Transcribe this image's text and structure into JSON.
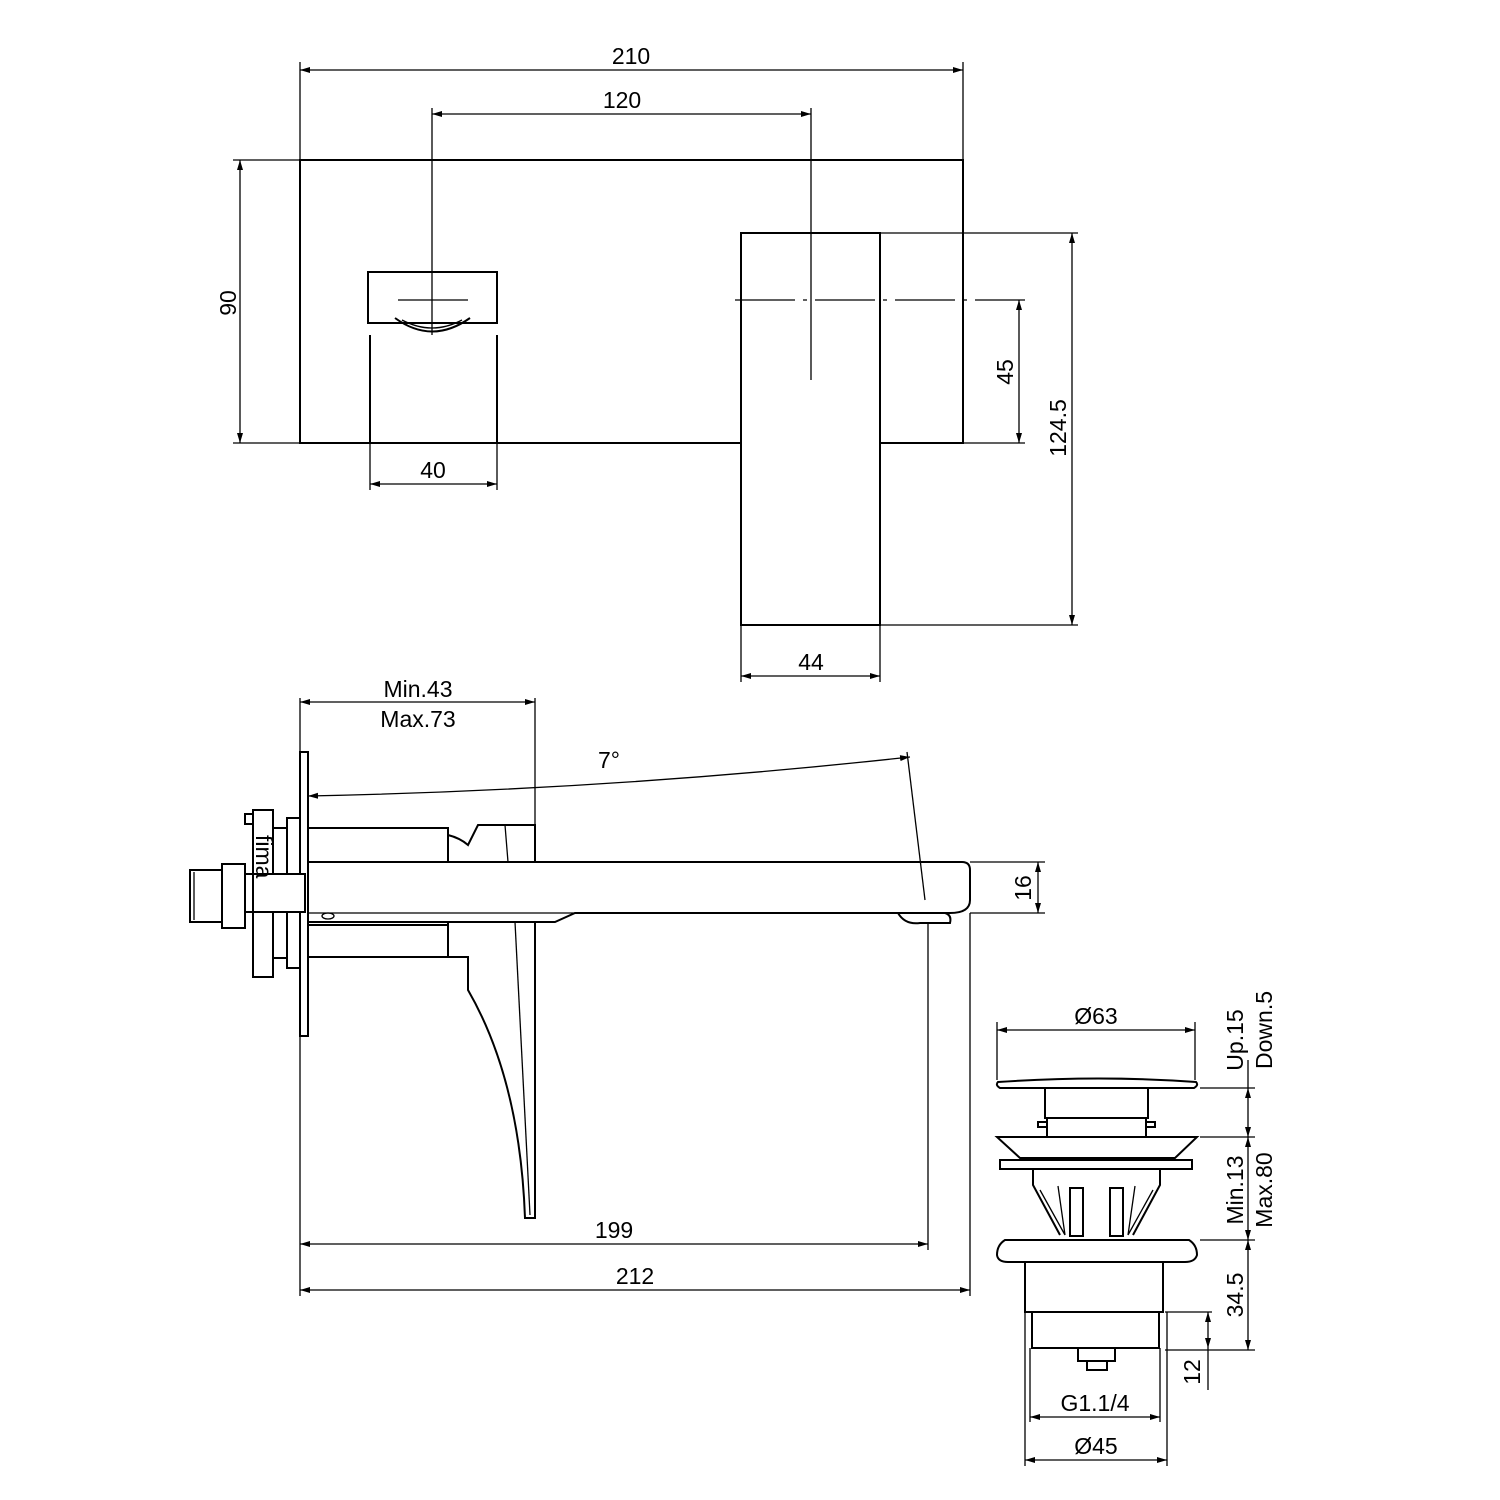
{
  "top_view": {
    "width_total": "210",
    "center_distance": "120",
    "plate_height": "90",
    "spout_width": "40",
    "handle_offset": "45",
    "handle_height": "124.5",
    "handle_width": "44"
  },
  "side_view": {
    "depth_min": "Min.43",
    "depth_max": "Max.73",
    "angle": "7°",
    "spout_thickness": "16",
    "spout_reach": "199",
    "overall_length": "212",
    "logo_text": "fima"
  },
  "drain": {
    "cap_diameter": "Ø63",
    "travel_up": "Up.15",
    "travel_down": "Down.5",
    "basin_min": "Min.13",
    "basin_max": "Max.80",
    "body_height": "34.5",
    "thread_length": "12",
    "thread_size": "G1.1/4",
    "body_diameter": "Ø45"
  }
}
